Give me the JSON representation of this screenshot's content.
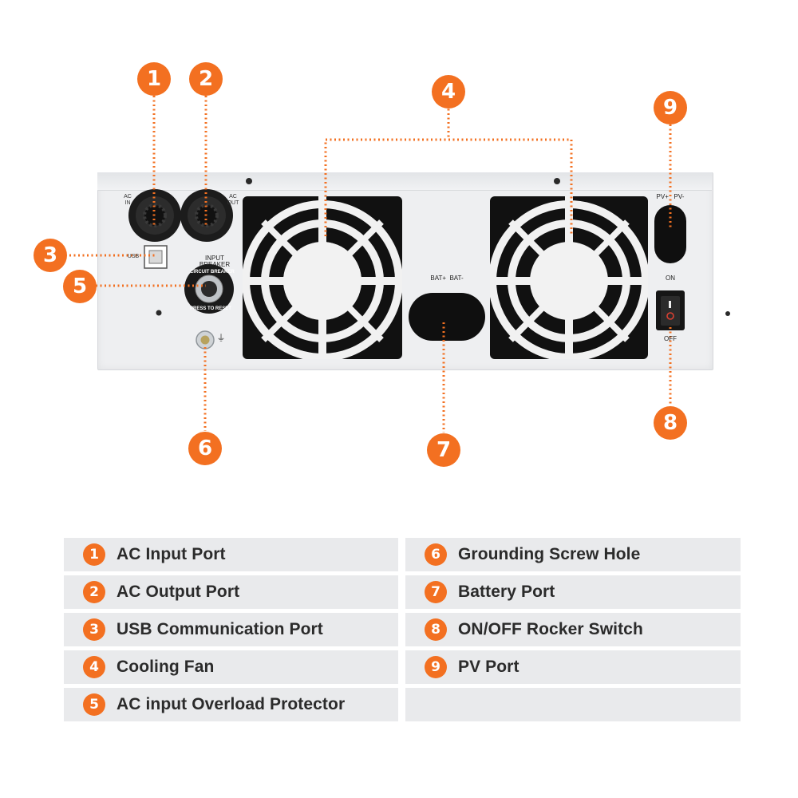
{
  "panel_labels": {
    "ac_in": "AC\nIN",
    "ac_out": "AC\nOUT",
    "usb": "USB",
    "input_breaker": "INPUT\nBREAKER",
    "circuit_breaker_ring": "CIRCUIT BREAKER",
    "press_to_reset": "PRESS TO RESET",
    "bat_terminals": "BAT+  BAT-",
    "pv_terminals": "PV+   PV-",
    "switch_on": "ON",
    "switch_off": "OFF",
    "ground_symbol": "⏚"
  },
  "callouts": [
    "1",
    "2",
    "3",
    "4",
    "5",
    "6",
    "7",
    "8",
    "9"
  ],
  "legend": {
    "left": [
      {
        "num": "1",
        "label": "AC Input Port"
      },
      {
        "num": "2",
        "label": "AC Output Port"
      },
      {
        "num": "3",
        "label": "USB Communication Port"
      },
      {
        "num": "4",
        "label": "Cooling Fan"
      },
      {
        "num": "5",
        "label": "AC input Overload Protector"
      }
    ],
    "right": [
      {
        "num": "6",
        "label": "Grounding Screw Hole"
      },
      {
        "num": "7",
        "label": "Battery Port"
      },
      {
        "num": "8",
        "label": "ON/OFF Rocker Switch"
      },
      {
        "num": "9",
        "label": "PV Port"
      }
    ]
  },
  "colors": {
    "accent": "#f37021",
    "panel": "#eeeff1",
    "legend_row": "#e9eaec"
  }
}
